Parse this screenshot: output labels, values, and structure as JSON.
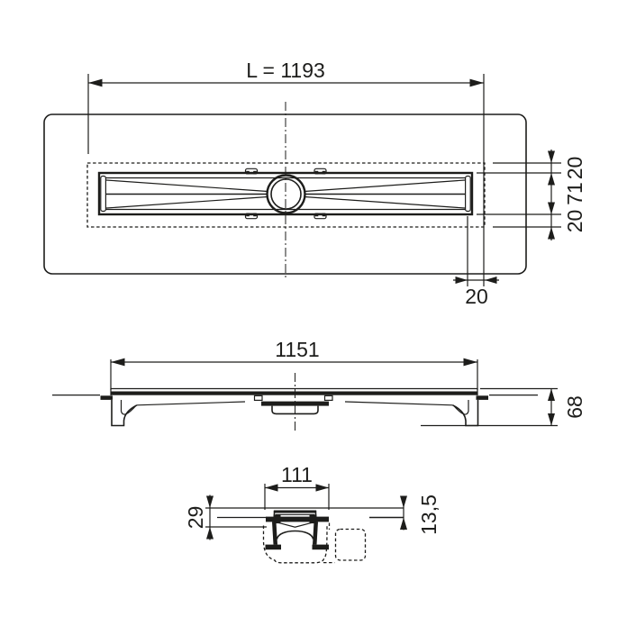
{
  "document": {
    "type": "technical-drawing",
    "subject": "linear shower drain channel installation drawing",
    "background_color": "#ffffff",
    "line_color": "#1d1d1b"
  },
  "top_view": {
    "length": "L = 1193",
    "edge_top": "20",
    "channel_width": "71",
    "edge_bottom": "20",
    "end_offset": "20"
  },
  "side_view": {
    "length": "1151",
    "height": "68"
  },
  "section_view": {
    "width": "111",
    "depth": "29",
    "grate_height": "13,5"
  }
}
